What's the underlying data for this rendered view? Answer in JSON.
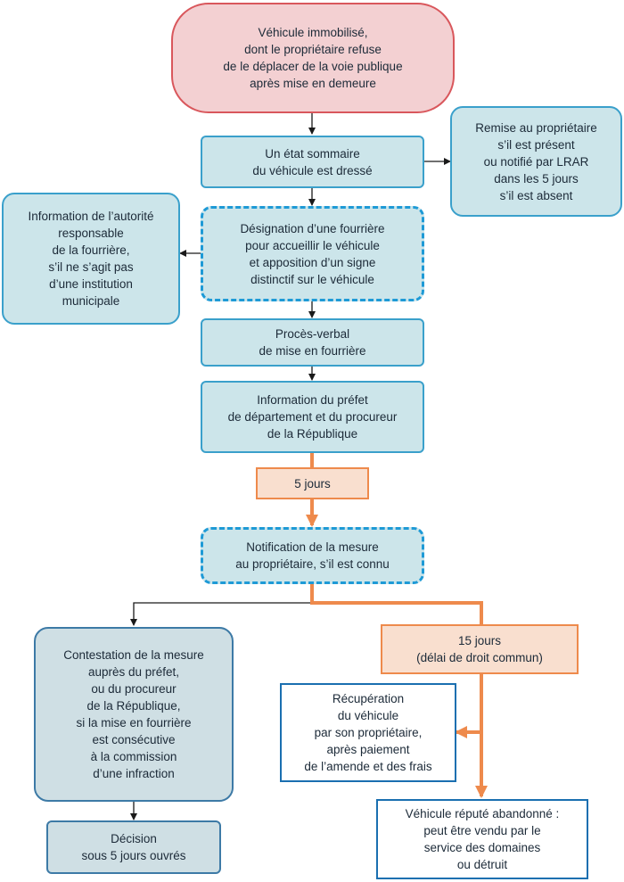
{
  "nodes": {
    "start": "Véhicule immobilisé,\ndont le propriétaire refuse\nde le déplacer de la voie publique\naprès mise en demeure",
    "etat": "Un état sommaire\ndu véhicule est dressé",
    "remise": "Remise au propriétaire\ns’il est présent\nou notifié par LRAR\ndans les 5 jours\ns’il est absent",
    "designation": "Désignation d’une fourrière\npour accueillir le véhicule\net apposition d’un signe\ndistinctif sur le véhicule",
    "information_autorite": "Information de l’autorité\nresponsable\nde la fourrière,\ns’il ne s’agit pas\nd’une institution\nmunicipale",
    "proces_verbal": "Procès-verbal\nde mise en fourrière",
    "information_prefet": "Information du préfet\nde département et du procureur\nde la République",
    "cinq_jours": "5 jours",
    "notification": "Notification de la mesure\nau propriétaire, s’il est connu",
    "contestation": "Contestation de la mesure\nauprès du préfet,\nou du procureur\nde la République,\nsi la mise en fourrière\nest consécutive\nà la commission\nd’une infraction",
    "quinze_jours": "15 jours\n(délai de droit commun)",
    "recuperation": "Récupération\ndu véhicule\npar son propriétaire,\naprès paiement\nde l’amende et des frais",
    "decision": "Décision\nsous 5 jours ouvrés",
    "abandonne": "Véhicule réputé abandonné :\npeut être vendu par le\nservice des domaines\nou détruit"
  },
  "colors": {
    "black_arrow": "#1a1a1a",
    "orange_arrow": "#ee8a4c",
    "start_border": "#d9575c",
    "teal_border": "#3aa0cb",
    "dashed_border": "#1e9ad6",
    "grey_border": "#3d7aa6",
    "white_border": "#1a6fb0"
  }
}
